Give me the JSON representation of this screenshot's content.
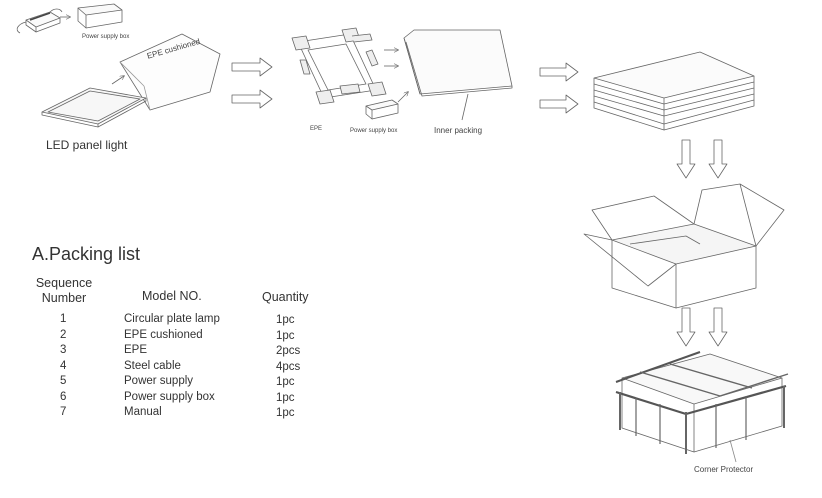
{
  "labels": {
    "power_supply_box_top": "Power supply box",
    "epe_cushioned_bag": "EPE cushioned",
    "led_panel_light": "LED panel light",
    "epe": "EPE",
    "power_supply_box_mid": "Power supply box",
    "inner_packing": "Inner packing",
    "corner_protector": "Corner Protector"
  },
  "packing_list": {
    "title": "A.Packing list",
    "headers": {
      "sequence_line1": "Sequence",
      "sequence_line2": "Number",
      "model": "Model NO.",
      "quantity": "Quantity"
    },
    "rows": [
      {
        "seq": "1",
        "model": "Circular plate lamp",
        "qty": "1pc"
      },
      {
        "seq": "2",
        "model": "EPE cushioned",
        "qty": "1pc"
      },
      {
        "seq": "3",
        "model": "EPE",
        "qty": "2pcs"
      },
      {
        "seq": "4",
        "model": "Steel cable",
        "qty": "4pcs"
      },
      {
        "seq": "5",
        "model": "Power supply",
        "qty": "1pc"
      },
      {
        "seq": "6",
        "model": "Power supply box",
        "qty": "1pc"
      },
      {
        "seq": "7",
        "model": "Manual",
        "qty": "1pc"
      }
    ]
  }
}
